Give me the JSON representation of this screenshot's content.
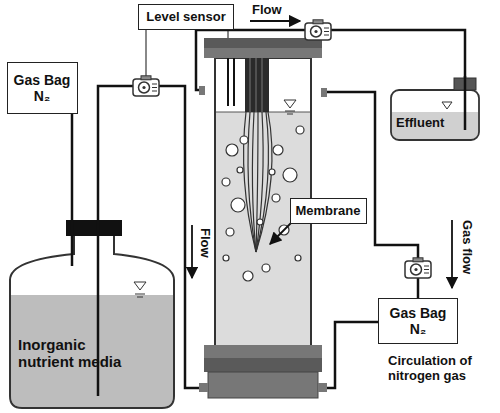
{
  "diagram": {
    "nodes": [
      {
        "text": [
          "Level sensor"
        ]
      },
      {
        "text": [
          "Gas Bag N₂"
        ]
      },
      {
        "text": [
          "Inorganic nutrient media"
        ]
      },
      {
        "text": [
          "Membrane"
        ]
      },
      {
        "text": [
          "Effluent"
        ]
      },
      {
        "text": [
          "Gas Bag N₂"
        ]
      }
    ],
    "edges": [
      {
        "from": 1,
        "to": 2,
        "arrow": "none"
      }
    ],
    "labels": [
      "Flow",
      "Flow",
      "Gas flow",
      "Circulation of nitrogen gas"
    ]
  }
}
